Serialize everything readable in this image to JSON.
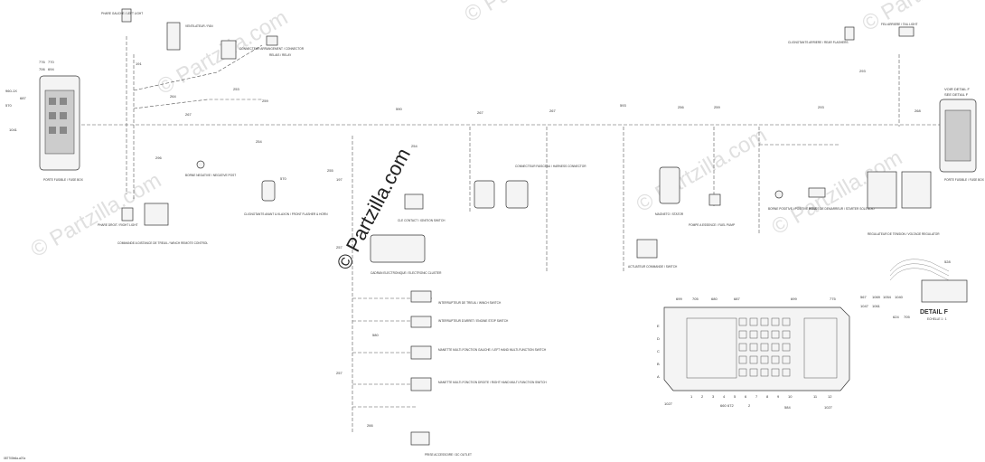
{
  "watermarks": {
    "brand": "© Partzilla.com"
  },
  "detail": {
    "title": "DETAIL F",
    "subtitle": "ECHELLE 1 : 1",
    "see_label": "VOIR DETAIL F",
    "see_label_en": "SEE DETAIL F",
    "row_letters": [
      "E",
      "D",
      "C",
      "B",
      "A"
    ],
    "col_numbers": [
      "1",
      "2",
      "3",
      "4",
      "5",
      "6",
      "7",
      "8",
      "9",
      "10",
      "11",
      "12"
    ],
    "top_callouts": [
      "699",
      "705",
      "680",
      "687",
      "699",
      "775"
    ],
    "bottom_callouts": [
      "1027",
      "660",
      "672",
      "2",
      "584",
      "1027"
    ],
    "right_callouts": [
      "567",
      "1069",
      "1054",
      "1040",
      "1047",
      "1061",
      "624",
      "705"
    ]
  },
  "labels": {
    "fuse_box_left": "PORTE FUSIBLE / FUSE BOX",
    "fuse_box_right": "PORTE FUSIBLE / FUSE BOX",
    "phare_gauche": "PHARE GAUCHE / LEFT LIGHT",
    "phare_droit": "PHARE DROIT / RIGHT LIGHT",
    "ventilateur": "VENTILATEUR / FAN",
    "connecteur": "CONNECTEUR ARRANGEMENT / CONNECTOR",
    "relais": "RELAIS / RELAY",
    "borne_neg": "BORNE NEGATIVE / NEGATIVE POST",
    "borne_pos": "BORNE POSITIVE / POSITIVE POST",
    "clignotants": "CLIGNOTANTS AVANT & KLAXON / FRONT FLASHER & HORN",
    "commande_treuil": "COMMANDE A DISTANCE DE TREUIL / WINCH REMOTE CONTROL",
    "interrupteur_treuil": "INTERRUPTEUR DE TREUIL / WINCH SWITCH",
    "cle_contact": "CLE CONTACT / IGNITION SWITCH",
    "cadran": "CADRAN ELECTRONIQUE / ELECTRONIC CLUSTER",
    "interrupteur_demarrage": "INTERRUPTEUR D'ARRET / ENGINE STOP SWITCH",
    "manette_gauche": "MANETTE MULTI-FONCTION GAUCHE / LEFT HAND MULTI-FUNCTION SWITCH",
    "manette_droite": "MANETTE MULTI-FONCTION DROITE / RIGHT HAND MULTI-FUNCTION SWITCH",
    "prise_accessoire": "PRISE ACCESSOIRE / DC OUTLET",
    "magneto": "MAGNETO / STATOR",
    "pompe_essence": "POMPE A ESSENCE / FUEL PUMP",
    "actuateur": "ACTUATEUR COMMANDE / SWITCH",
    "regulateur": "REGULATEUR DE TENSION / VOLTAGE REGULATOR",
    "relais_demarreur": "RELAIS DE DEMARREUR / STARTER SOLENOID",
    "feu_arriere": "FEU ARRIERE / TAIL LIGHT",
    "clignotants_arriere": "CLIGNOTANTS ARRIERE / REAR FLASHERS",
    "faisceau": "CONNECTEUR FAISCEAU / HARNESS CONNECTOR"
  },
  "callouts": {
    "top_row": [
      "267",
      "191",
      "590",
      "267",
      "267",
      "593",
      "256",
      "259",
      "293",
      "268"
    ],
    "left_side": [
      "960-1X",
      "687",
      "570",
      "1041",
      "776",
      "770",
      "706",
      "694"
    ],
    "misc": [
      "264",
      "253",
      "254",
      "296",
      "197",
      "254",
      "255",
      "257",
      "293",
      "570",
      "528",
      "259",
      "257",
      "266",
      "580"
    ]
  },
  "footer_code": "087700b6a-a07a"
}
